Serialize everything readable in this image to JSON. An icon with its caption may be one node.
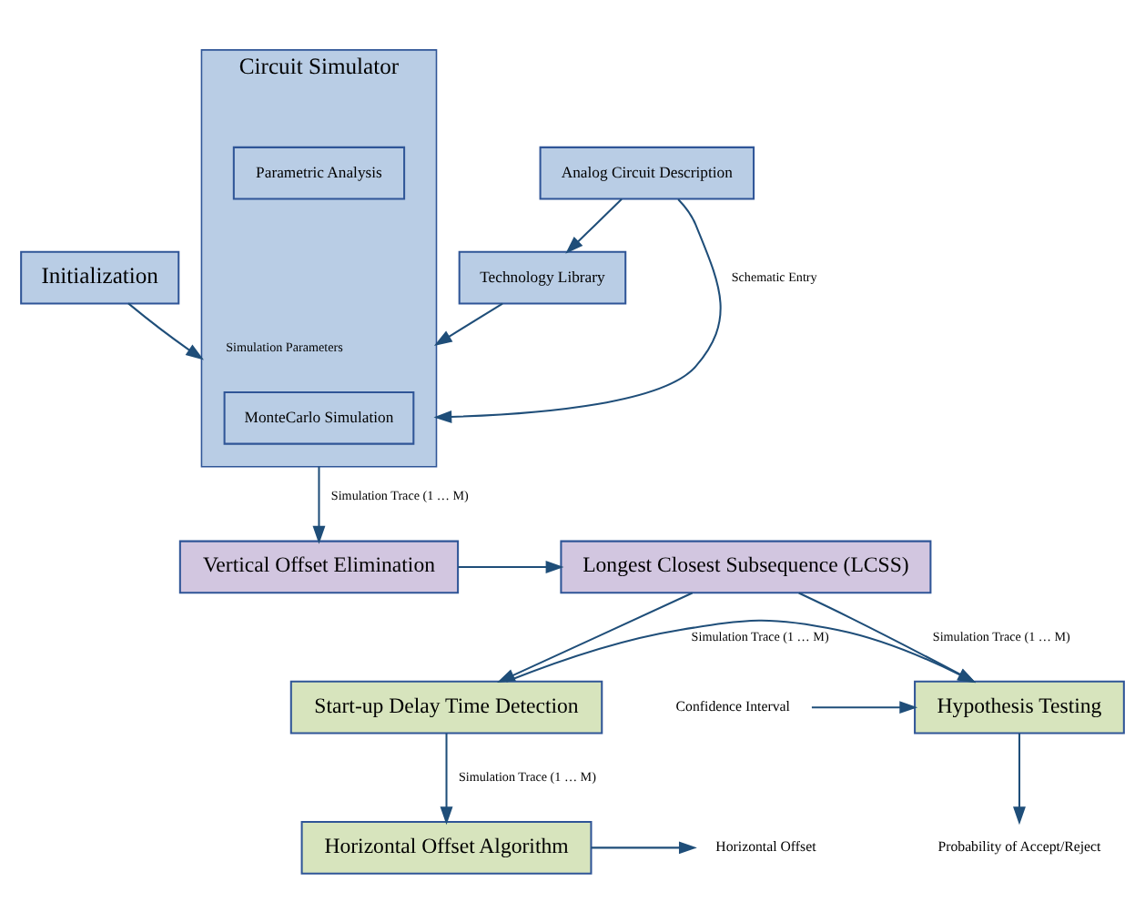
{
  "diagram": {
    "nodes": [
      {
        "text": [
          "Initialization"
        ]
      },
      {
        "text": [
          "Circuit Simulator"
        ]
      },
      {
        "text": [
          "MonteCarlo Simulation"
        ],
        "in": 1
      },
      {
        "text": [
          "Parametric Analysis"
        ],
        "in": 1
      },
      {
        "text": [
          "Analog Circuit Description"
        ]
      },
      {
        "text": [
          "Technology Library"
        ]
      },
      {
        "text": [
          "Vertical Offset Elimination"
        ]
      },
      {
        "text": [
          "Longest Closest Subsequence (LCSS)"
        ]
      },
      {
        "text": [
          "Hypothesis Testing"
        ]
      },
      {
        "text": [
          "Start-up Delay Time Detection"
        ]
      },
      {
        "text": [
          "Horizontal Offset Algorithm"
        ]
      },
      {
        "text": [
          "Confidence Interval"
        ]
      },
      {
        "text": [
          "Probability of Accept/Reject"
        ]
      },
      {
        "text": [
          "Horizontal Offset"
        ]
      }
    ],
    "edges": [
      {
        "from": 0,
        "to": 1,
        "arrow": "to",
        "label": "Simulation Parameters"
      },
      {
        "from": 4,
        "to": 1,
        "arrow": "to",
        "label": "Schematic Entry"
      },
      {
        "from": 4,
        "to": 5,
        "arrow": "to"
      },
      {
        "from": 5,
        "to": 1,
        "arrow": "to"
      },
      {
        "from": 1,
        "to": 6,
        "arrow": "to",
        "label": "Simulation Trace (1 … M)"
      },
      {
        "from": 6,
        "to": 7,
        "arrow": "to"
      },
      {
        "from": 7,
        "to": 8,
        "arrow": "to",
        "label": "Simulation Trace (1 … M)"
      },
      {
        "from": 7,
        "to": 9,
        "arrow": "to"
      },
      {
        "from": 9,
        "to": 8,
        "arrow": "to",
        "label": "Simulation Trace (1 … M)"
      },
      {
        "from": 11,
        "to": 8,
        "arrow": "to"
      },
      {
        "from": 8,
        "to": 12,
        "arrow": "to"
      },
      {
        "from": 9,
        "to": 10,
        "arrow": "to",
        "label": "Simulation Trace (1 … M)"
      },
      {
        "from": 10,
        "to": 13,
        "arrow": "to"
      }
    ]
  }
}
